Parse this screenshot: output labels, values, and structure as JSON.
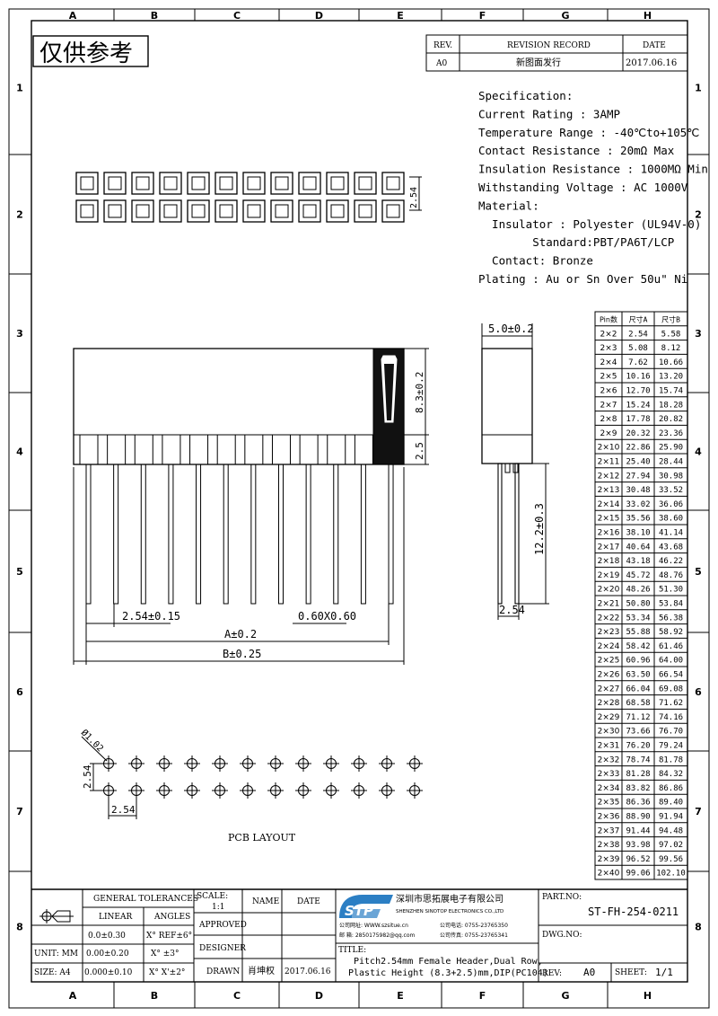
{
  "border": {
    "columns": [
      "A",
      "B",
      "C",
      "D",
      "E",
      "F",
      "G",
      "H"
    ],
    "rows": [
      "1",
      "2",
      "3",
      "4",
      "5",
      "6",
      "7",
      "8"
    ]
  },
  "watermark": "仅供参考",
  "revision": {
    "rev_header": "REV.",
    "record_header": "REVISION RECORD",
    "date_header": "DATE",
    "rev": "A0",
    "record": "新图面发行",
    "date": "2017.06.16"
  },
  "spec": {
    "lines": [
      "Specification:",
      "Current Rating : 3AMP",
      "Temperature Range : -40℃to+105℃",
      "Contact Resistance : 20mΩ Max",
      "Insulation Resistance : 1000MΩ Min",
      "Withstanding Voltage : AC 1000V",
      "Material:",
      "  Insulator : Polyester (UL94V-0)",
      "        Standard:PBT/PA6T/LCP",
      "  Contact: Bronze",
      "Plating : Au or Sn Over 50u\" Ni"
    ]
  },
  "dims": {
    "top_pitch": "2.54",
    "width_side": "5.0±0.2",
    "height_upper": "8.3±0.2",
    "height_lower": "2.5",
    "pin_length": "12.2±0.3",
    "side_pitch": "2.54",
    "pitch_tol": "2.54±0.15",
    "pin_size": "0.60X0.60",
    "dim_a": "A±0.2",
    "dim_b": "B±0.25",
    "hole": "Ø1.02",
    "pcb_pitch_v": "2.54",
    "pcb_pitch_h": "2.54",
    "pcb_label": "PCB LAYOUT"
  },
  "pin_table": {
    "headers": [
      "Pin数",
      "尺寸A",
      "尺寸B"
    ],
    "rows": [
      [
        "2X2",
        "2.54",
        "5.58"
      ],
      [
        "2X3",
        "5.08",
        "8.12"
      ],
      [
        "2X4",
        "7.62",
        "10.66"
      ],
      [
        "2X5",
        "10.16",
        "13.20"
      ],
      [
        "2X6",
        "12.70",
        "15.74"
      ],
      [
        "2X7",
        "15.24",
        "18.28"
      ],
      [
        "2X8",
        "17.78",
        "20.82"
      ],
      [
        "2X9",
        "20.32",
        "23.36"
      ],
      [
        "2X10",
        "22.86",
        "25.90"
      ],
      [
        "2X11",
        "25.40",
        "28.44"
      ],
      [
        "2X12",
        "27.94",
        "30.98"
      ],
      [
        "2X13",
        "30.48",
        "33.52"
      ],
      [
        "2X14",
        "33.02",
        "36.06"
      ],
      [
        "2X15",
        "35.56",
        "38.60"
      ],
      [
        "2X16",
        "38.10",
        "41.14"
      ],
      [
        "2X17",
        "40.64",
        "43.68"
      ],
      [
        "2X18",
        "43.18",
        "46.22"
      ],
      [
        "2X19",
        "45.72",
        "48.76"
      ],
      [
        "2X20",
        "48.26",
        "51.30"
      ],
      [
        "2X21",
        "50.80",
        "53.84"
      ],
      [
        "2X22",
        "53.34",
        "56.38"
      ],
      [
        "2X23",
        "55.88",
        "58.92"
      ],
      [
        "2X24",
        "58.42",
        "61.46"
      ],
      [
        "2X25",
        "60.96",
        "64.00"
      ],
      [
        "2X26",
        "63.50",
        "66.54"
      ],
      [
        "2X27",
        "66.04",
        "69.08"
      ],
      [
        "2X28",
        "68.58",
        "71.62"
      ],
      [
        "2X29",
        "71.12",
        "74.16"
      ],
      [
        "2X30",
        "73.66",
        "76.70"
      ],
      [
        "2X31",
        "76.20",
        "79.24"
      ],
      [
        "2X32",
        "78.74",
        "81.78"
      ],
      [
        "2X33",
        "81.28",
        "84.32"
      ],
      [
        "2X34",
        "83.82",
        "86.86"
      ],
      [
        "2X35",
        "86.36",
        "89.40"
      ],
      [
        "2X36",
        "88.90",
        "91.94"
      ],
      [
        "2X37",
        "91.44",
        "94.48"
      ],
      [
        "2X38",
        "93.98",
        "97.02"
      ],
      [
        "2X39",
        "96.52",
        "99.56"
      ],
      [
        "2X40",
        "99.06",
        "102.10"
      ]
    ]
  },
  "title_block": {
    "general_tol": "GENERAL TOLERANCES",
    "linear": "LINEAR",
    "angles": "ANGLES",
    "lin1": "0.0±0.30",
    "ang1": "X° REF±6°",
    "unit_label": "UNIT: MM",
    "lin2": "0.00±0.20",
    "ang2": "X° ±3°",
    "size_label": "SIZE: A4",
    "lin3": "0.000±0.10",
    "ang3": "X° X'±2°",
    "scale_label": "SCALE:",
    "scale_value": "1:1",
    "name_label": "NAME",
    "date_label": "DATE",
    "approved": "APPROVED",
    "designer": "DESIGNER",
    "drawn": "DRAWN",
    "drawn_name": "肖坤权",
    "drawn_date": "2017.06.16",
    "company_logo": "STP",
    "company_cn": "深圳市思拓展电子有限公司",
    "company_en": "SHENZHEN SINOTOP ELECTRONICS CO.,LTD",
    "contact_web": "公司网址: WWW.szsitue.cn",
    "contact_mail": "邮    箱: 2850175982@qq.com",
    "contact_tel": "公司电话: 0755-23765350",
    "contact_fax": "公司传真: 0755-23765341",
    "title_label": "TITLE:",
    "title_line1": "Pitch2.54mm Female Header,Dual Row,",
    "title_line2": "Plastic Height (8.3+2.5)mm,DIP(PC104)",
    "part_no_label": "PART.NO:",
    "part_no": "ST-FH-254-0211",
    "dwg_no_label": "DWG.NO:",
    "rev_label": "REV:",
    "rev_value": "A0",
    "sheet_label": "SHEET:",
    "sheet_value": "1/1"
  }
}
